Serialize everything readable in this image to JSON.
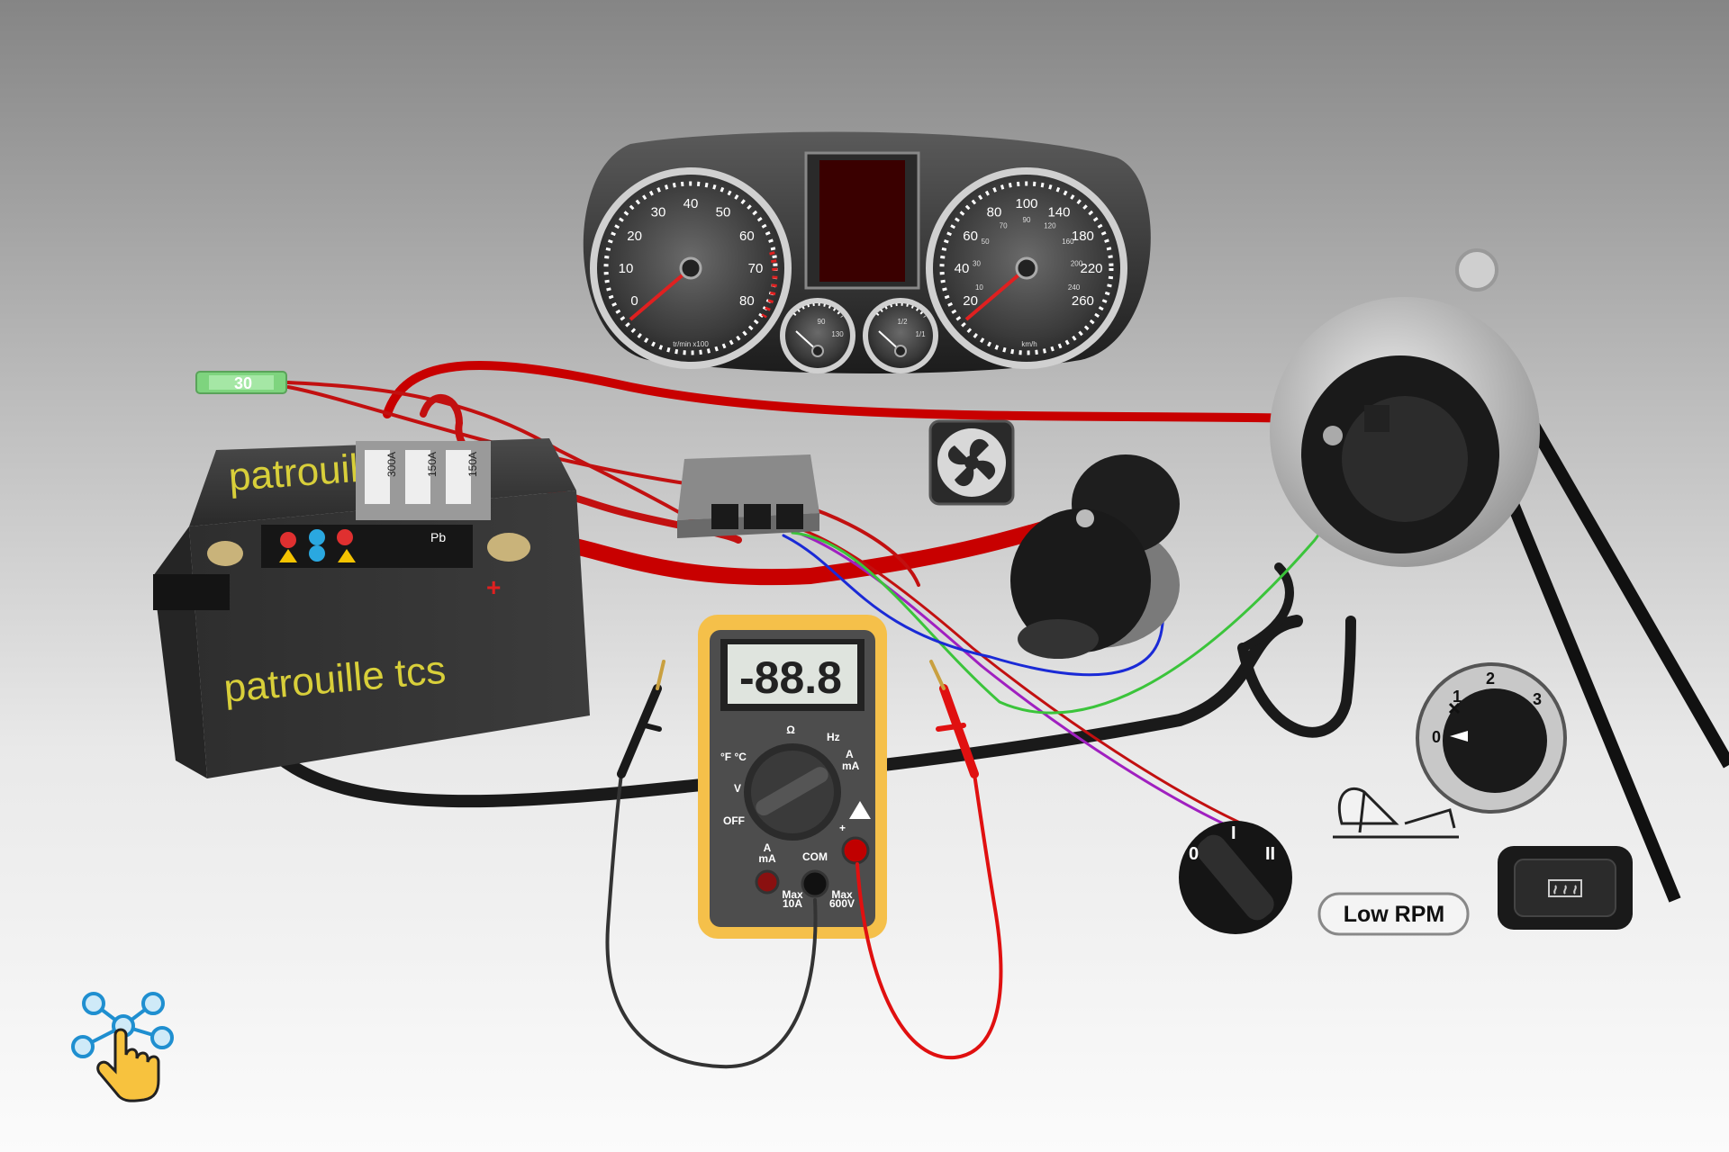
{
  "fuse": {
    "rating": "30"
  },
  "battery": {
    "brand_top": "patrouille tcs",
    "brand_front": "patrouille tcs",
    "fuse_labels": [
      "300A",
      "150A",
      "150A"
    ],
    "label_pb": "Pb"
  },
  "dashboard": {
    "tachometer": {
      "ticks": [
        "0",
        "10",
        "20",
        "30",
        "40",
        "50",
        "60",
        "70",
        "80"
      ],
      "unit": "tr/min x100"
    },
    "speedometer": {
      "major_ticks": [
        "20",
        "40",
        "60",
        "80",
        "100",
        "140",
        "180",
        "220",
        "260"
      ],
      "minor_ticks": [
        "10",
        "30",
        "50",
        "70",
        "90",
        "120",
        "160",
        "200",
        "240"
      ],
      "unit": "km/h"
    },
    "temp_gauge": {
      "mid": "90",
      "max": "130"
    },
    "fuel_gauge": {
      "mid": "1/2",
      "max": "1/1"
    }
  },
  "multimeter": {
    "display": "-88.8",
    "labels": {
      "temp": "°F °C",
      "volt": "V",
      "off": "OFF",
      "ohm": "Ω",
      "hz": "Hz",
      "amp": "A",
      "milliamp": "mA",
      "plus": "+",
      "port_a": "A",
      "port_ma": "mA",
      "com": "COM",
      "max_10a": "Max",
      "max_10a_val": "10A",
      "max_600v": "Max",
      "max_600v_val": "600V"
    }
  },
  "fan_knob": {
    "positions": [
      "0",
      "1",
      "2",
      "3"
    ]
  },
  "ignition_switch": {
    "positions": [
      "0",
      "I",
      "II"
    ]
  },
  "low_rpm_button": {
    "label": "Low RPM"
  },
  "colors": {
    "battery_cable": "#c80000",
    "wire_red": "#c21010",
    "wire_green": "#3bc43b",
    "wire_blue": "#1a2ad6",
    "wire_purple": "#a020c0",
    "wire_black": "#1a1a1a",
    "multimeter_body": "#f5c04a",
    "brand_text": "#d8cf3a"
  }
}
